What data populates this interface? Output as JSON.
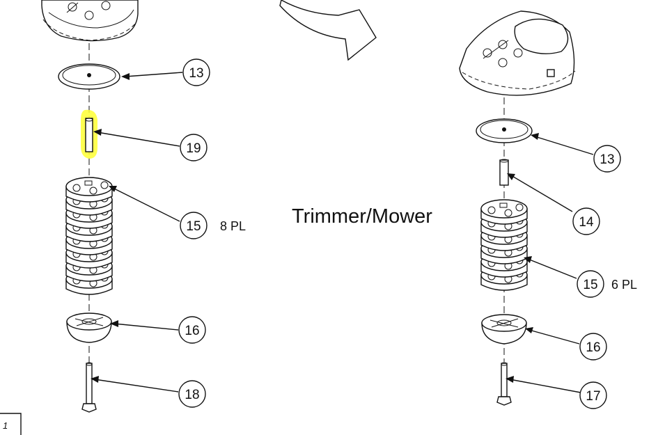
{
  "center_label": "Trimmer/Mower",
  "corner_label": "1",
  "highlight_color": "#ffff33",
  "left_assembly": {
    "callouts": [
      {
        "id": "13",
        "qty": ""
      },
      {
        "id": "19",
        "qty": ""
      },
      {
        "id": "15",
        "qty": "8 PL"
      },
      {
        "id": "16",
        "qty": ""
      },
      {
        "id": "18",
        "qty": ""
      }
    ],
    "disc_count": 8
  },
  "right_assembly": {
    "callouts": [
      {
        "id": "13",
        "qty": ""
      },
      {
        "id": "14",
        "qty": ""
      },
      {
        "id": "15",
        "qty": "6 PL"
      },
      {
        "id": "16",
        "qty": ""
      },
      {
        "id": "17",
        "qty": ""
      }
    ],
    "disc_count": 6
  }
}
